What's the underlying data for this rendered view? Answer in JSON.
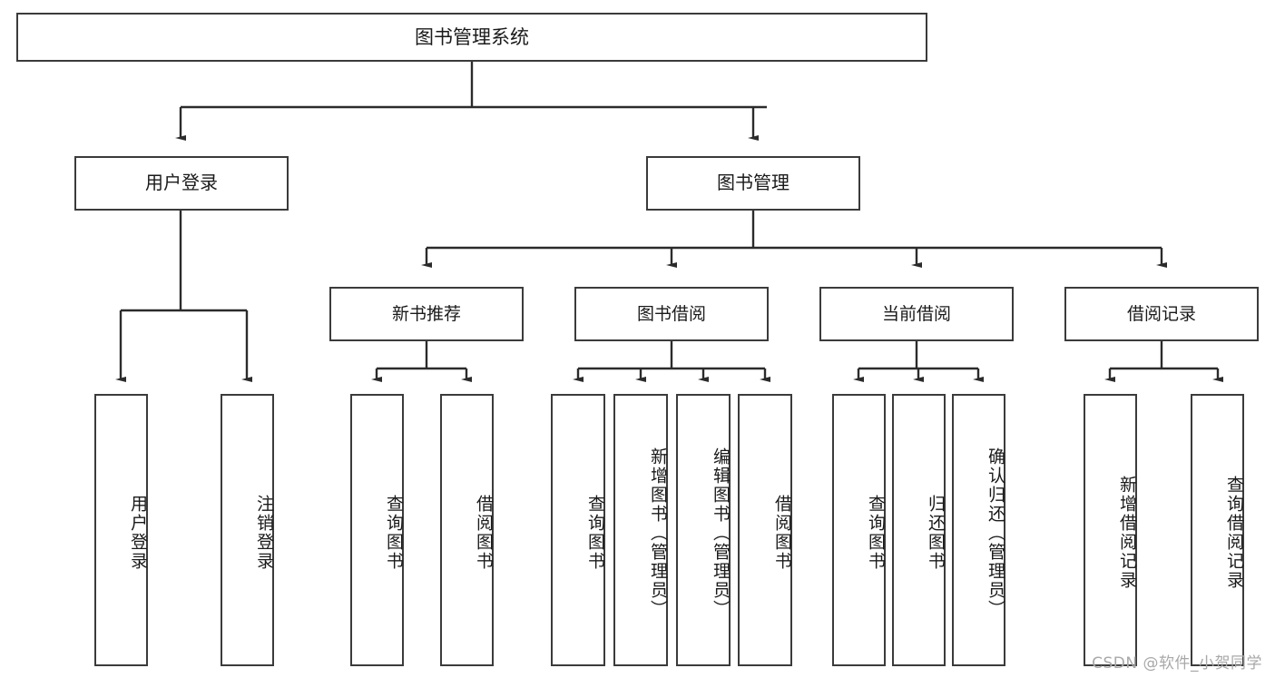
{
  "diagram": {
    "type": "tree-hierarchy",
    "title": "图书管理系统",
    "watermark": "CSDN @软件_小贺同学",
    "colors": {
      "box_border": "#3b3b3b",
      "box_fill": "#ffffff",
      "edge": "#2b2b2b",
      "text": "#1a1a1a",
      "watermark": "#a8a8a8"
    },
    "levels": {
      "root": {
        "label": "图书管理系统"
      },
      "level2": [
        {
          "label": "用户登录"
        },
        {
          "label": "图书管理"
        }
      ],
      "level3": [
        {
          "label": "新书推荐"
        },
        {
          "label": "图书借阅"
        },
        {
          "label": "当前借阅"
        },
        {
          "label": "借阅记录"
        }
      ],
      "leaves": {
        "user_login": [
          {
            "label": "用户登录"
          },
          {
            "label": "注销登录"
          }
        ],
        "new_book_recommend": [
          {
            "label": "查询图书"
          },
          {
            "label": "借阅图书"
          }
        ],
        "book_borrow": [
          {
            "label": "查询图书"
          },
          {
            "label": "新增图书（管理员）"
          },
          {
            "label": "编辑图书（管理员）"
          },
          {
            "label": "借阅图书"
          }
        ],
        "current_borrow": [
          {
            "label": "查询图书"
          },
          {
            "label": "归还图书"
          },
          {
            "label": "确认归还（管理员）"
          }
        ],
        "borrow_record": [
          {
            "label": "新增借阅记录"
          },
          {
            "label": "查询借阅记录"
          }
        ]
      }
    }
  }
}
